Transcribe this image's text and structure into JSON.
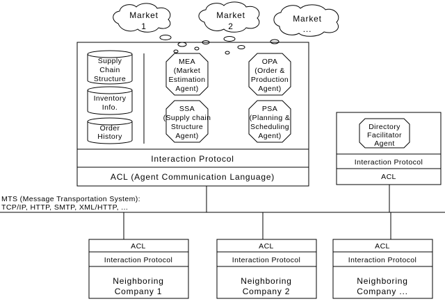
{
  "clouds": [
    {
      "line1": "Market",
      "line2": "1"
    },
    {
      "line1": "Market",
      "line2": "2"
    },
    {
      "line1": "Market",
      "line2": "..."
    }
  ],
  "databases": [
    {
      "lines": [
        "Supply",
        "Chain",
        "Structure"
      ]
    },
    {
      "lines": [
        "Inventory",
        "Info."
      ]
    },
    {
      "lines": [
        "Order",
        "History"
      ]
    }
  ],
  "agents": [
    {
      "lines": [
        "MEA",
        "(Market",
        "Estimation",
        "Agent)"
      ]
    },
    {
      "lines": [
        "OPA",
        "(Order &",
        "Production",
        "Agent)"
      ]
    },
    {
      "lines": [
        "SSA",
        "(Supply chain",
        "Structure",
        "Agent)"
      ]
    },
    {
      "lines": [
        "PSA",
        "(Planning &",
        "Scheduling",
        "Agent)"
      ]
    }
  ],
  "main_system": {
    "interaction_protocol": "Interaction Protocol",
    "acl": "ACL (Agent Communication Language)"
  },
  "directory": {
    "agent_lines": [
      "Directory",
      "Facilitator",
      "Agent"
    ],
    "interaction_protocol": "Interaction Protocol",
    "acl": "ACL"
  },
  "mts": {
    "line1": "MTS (Message Transportation System):",
    "line2": "TCP/IP, HTTP, SMTP, XML/HTTP, ..."
  },
  "companies": [
    {
      "acl": "ACL",
      "protocol": "Interaction Protocol",
      "name1": "Neighboring",
      "name2": "Company 1"
    },
    {
      "acl": "ACL",
      "protocol": "Interaction Protocol",
      "name1": "Neighboring",
      "name2": "Company 2"
    },
    {
      "acl": "ACL",
      "protocol": "Interaction Protocol",
      "name1": "Neighboring",
      "name2": "Company ..."
    }
  ]
}
